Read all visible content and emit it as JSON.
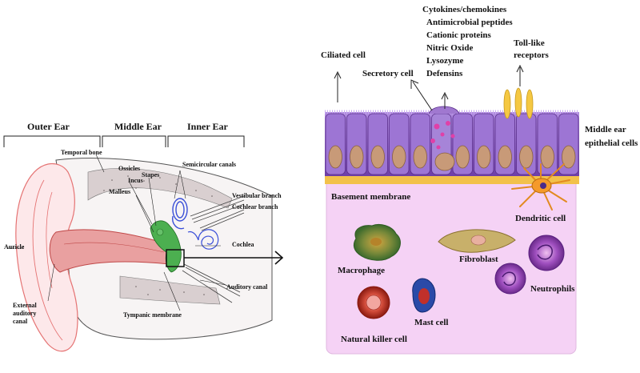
{
  "ear": {
    "regions": {
      "outer": "Outer Ear",
      "middle": "Middle Ear",
      "inner": "Inner Ear"
    },
    "labels": {
      "temporal_bone": "Temporal bone",
      "ossicles": "Ossicles",
      "incus": "Incus",
      "stapes": "Stapes",
      "malleus": "Malleus",
      "semicircular_canals": "Semicircular canals",
      "vestibular_branch": "Vestibular branch",
      "cochlear_branch": "Cochlear branch",
      "cochlea": "Cochlea",
      "auricle": "Auricle",
      "external_canal": [
        "External",
        "auditory",
        "canal"
      ],
      "tympanic_membrane": "Tympanic membrane",
      "auditory_canal": "Auditory canal"
    }
  },
  "mucosa": {
    "secreted": [
      "Cytokines/chemokines",
      "Antimicrobial peptides",
      "Cationic proteins",
      "Nitric Oxide",
      "Lysozyme",
      "Defensins"
    ],
    "ciliated_cell": "Ciliated cell",
    "secretory_cell": "Secretory cell",
    "toll_like": [
      "Toll-like",
      "receptors"
    ],
    "epithelial": [
      "Middle ear",
      "epithelial cells"
    ],
    "basement_membrane": "Basement membrane",
    "dendritic_cell": "Dendritic cell",
    "macrophage": "Macrophage",
    "fibroblast": "Fibroblast",
    "neutrophils": "Neutrophils",
    "mast_cell": "Mast cell",
    "nk_cell": "Natural killer cell"
  },
  "colors": {
    "epithelium": "#8a5cc0",
    "lamina": "#f5d2f5",
    "nucleus": "#c89a78",
    "basement": "#f2c14a",
    "ossicles": "#4caf50",
    "inner_ear": "#3a4fd8",
    "auricle": "#e57373"
  }
}
